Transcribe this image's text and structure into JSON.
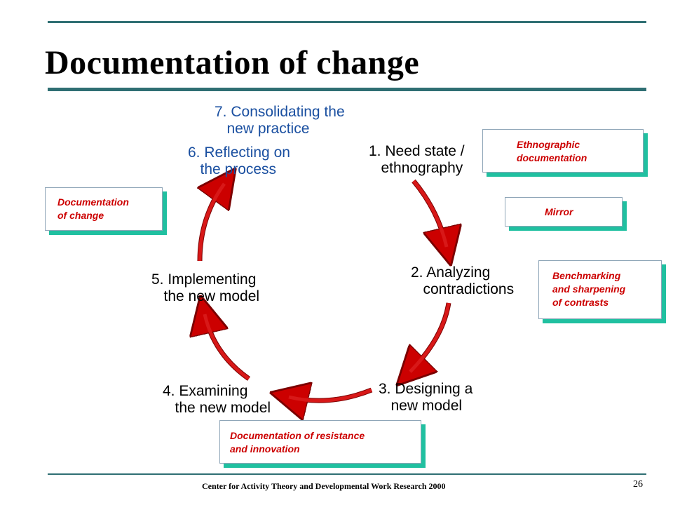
{
  "slide": {
    "title": "Documentation of change",
    "footer": "Center for Activity Theory and Developmental Work Research 2000",
    "page_number": "26"
  },
  "cycle": {
    "steps": [
      {
        "label": "7. Consolidating the\n   new practice",
        "color": "#1a4fa0"
      },
      {
        "label": "6. Reflecting on\n   the process",
        "color": "#1a4fa0"
      },
      {
        "label": "1. Need state /\n   ethnography",
        "color": "#000000"
      },
      {
        "label": "2. Analyzing\n   contradictions",
        "color": "#000000"
      },
      {
        "label": "3. Designing a\n   new model",
        "color": "#000000"
      },
      {
        "label": "4. Examining\n   the new model",
        "color": "#000000"
      },
      {
        "label": "5. Implementing\n   the new model",
        "color": "#000000"
      }
    ],
    "arrow_color": "#cc0000"
  },
  "notes": [
    {
      "text": "Ethnographic\ndocumentation"
    },
    {
      "text": "Mirror"
    },
    {
      "text": "Benchmarking\nand sharpening\nof contrasts"
    },
    {
      "text": "Documentation\nof change"
    },
    {
      "text": "Documentation of resistance\nand innovation"
    }
  ],
  "colors": {
    "rule": "#2f6f73",
    "note_shadow": "#20c0a0",
    "note_text": "#cc0000"
  }
}
